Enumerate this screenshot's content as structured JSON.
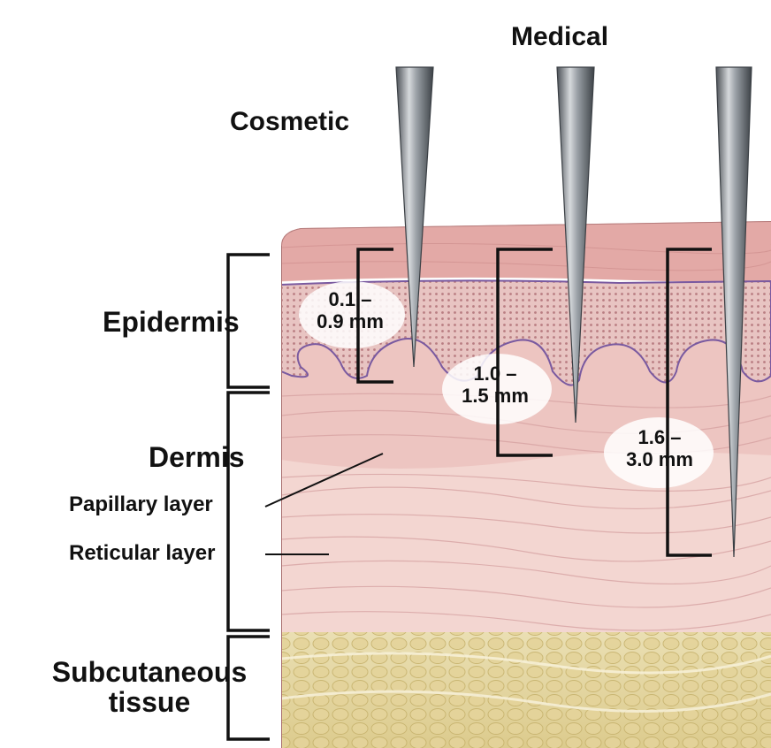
{
  "needles": {
    "cosmetic_label": "Cosmetic",
    "medical_label": "Medical"
  },
  "layers": {
    "epidermis": "Epidermis",
    "dermis": "Dermis",
    "papillary": "Papillary layer",
    "reticular": "Reticular layer",
    "subcutaneous_line1": "Subcutaneous",
    "subcutaneous_line2": "tissue"
  },
  "depths": {
    "cosmetic_a": "0.1 –",
    "cosmetic_b": "0.9 mm",
    "medical_a": "1.0 –",
    "medical_b": "1.5 mm",
    "deep_a": "1.6 –",
    "deep_b": "3.0 mm"
  },
  "colors": {
    "skin_top": "#e9b7b4",
    "epidermis": "#c98587",
    "dermis_papillary": "#edc3bf",
    "dermis_reticular": "#f3d3ce",
    "subcutaneous": "#e6d7a3",
    "needle": "#8d9298",
    "bracket": "#111111"
  }
}
